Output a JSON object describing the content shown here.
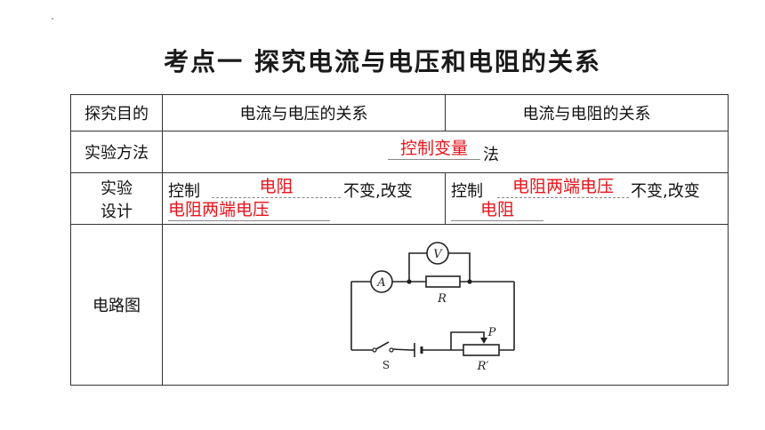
{
  "title": "考点一   探究电流与电压和电阻的关系",
  "rows": {
    "goal": {
      "label": "探究目的",
      "col1": "电流与电压的关系",
      "col2": "电流与电阻的关系"
    },
    "method": {
      "label": "实验方法",
      "answer": "控制变量",
      "suffix": "法"
    },
    "design": {
      "label_line1": "实验",
      "label_line2": "设计",
      "left": {
        "prefix": "控制",
        "answer1": "电阻",
        "middle": "不变,改变",
        "answer2": "电阻两端电压"
      },
      "right": {
        "prefix": "控制",
        "answer1": "电阻两端电压",
        "middle": "不变,改变",
        "answer2": "电阻"
      }
    },
    "circuit": {
      "label": "电路图",
      "labels": {
        "voltmeter": "V",
        "ammeter": "A",
        "resistor": "R",
        "rheostat": "R′",
        "slider": "P",
        "switch": "S"
      }
    }
  },
  "colors": {
    "answer": "#e8141b",
    "border": "#333333"
  }
}
